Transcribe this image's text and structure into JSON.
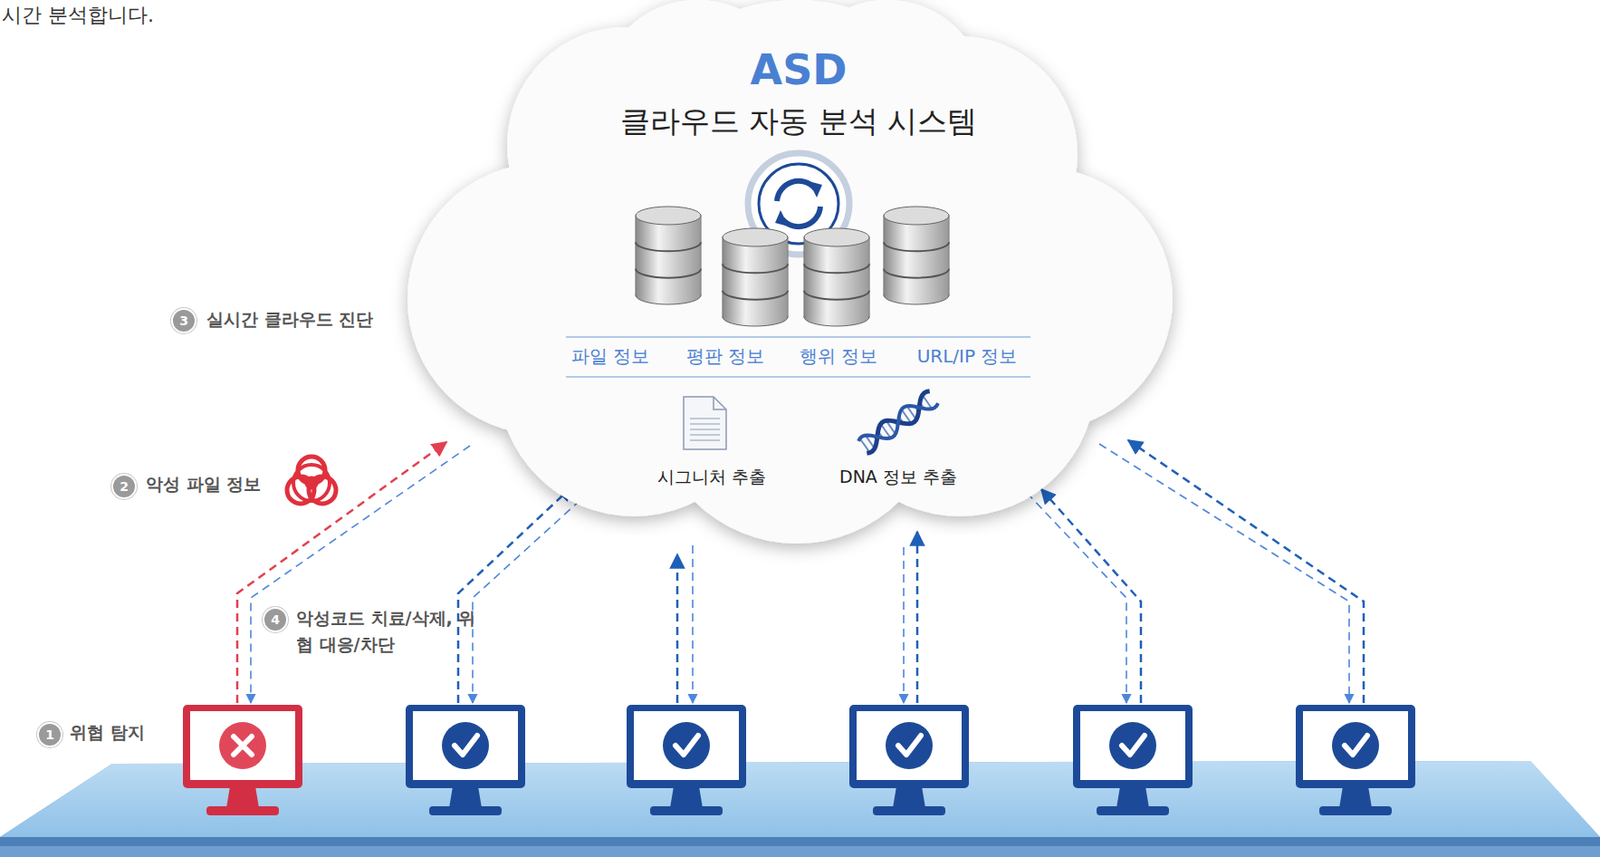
{
  "diagram": {
    "nodes": [
      {
        "text": [
          "ASD",
          "클라우드 자동 분석 시스템"
        ]
      }
    ],
    "labels": [
      "시간 분석합니다.",
      "3",
      "실시간 클라우드 진단",
      "2",
      "악성 파일 정보",
      "4",
      "악성코드 치료/삭제, 위협 대응/차단",
      "1",
      "위협 탐지",
      "파일 정보",
      "평판 정보",
      "행위 정보",
      "URL/IP 정보",
      "시그니처 추출",
      "DNA 정보 추출"
    ]
  }
}
